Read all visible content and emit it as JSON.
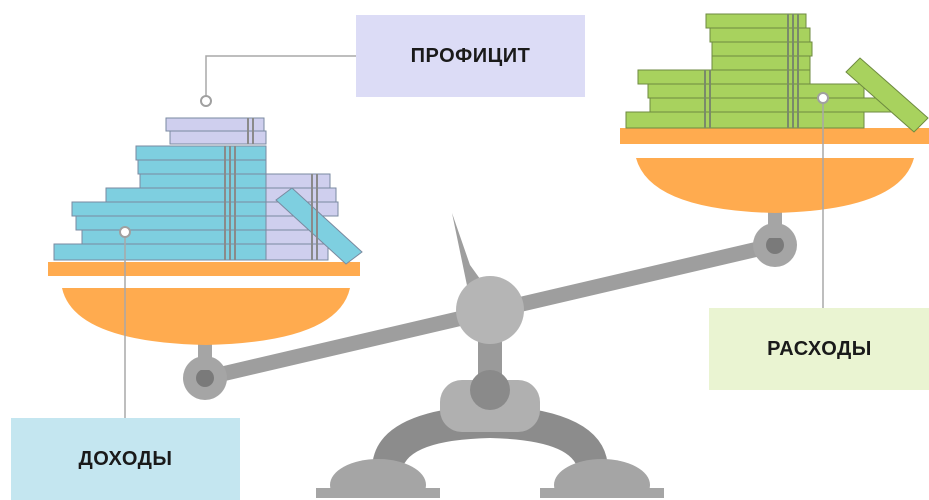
{
  "labels": {
    "profit": "ПРОФИЦИТ",
    "income": "ДОХОДЫ",
    "expense": "РАСХОДЫ"
  },
  "colors": {
    "profit_box": "#dcdcf6",
    "income_box": "#c4e6f0",
    "expense_box": "#eaf4d2",
    "pan_orange": "#ffab4f",
    "scale_gray": "#a5a5a5",
    "blue_money": "#7ecfe0",
    "lavender_money": "#cfcfee",
    "green_money": "#a8d25e"
  },
  "icons": [
    "balance-scale-icon",
    "money-stack-icon"
  ]
}
